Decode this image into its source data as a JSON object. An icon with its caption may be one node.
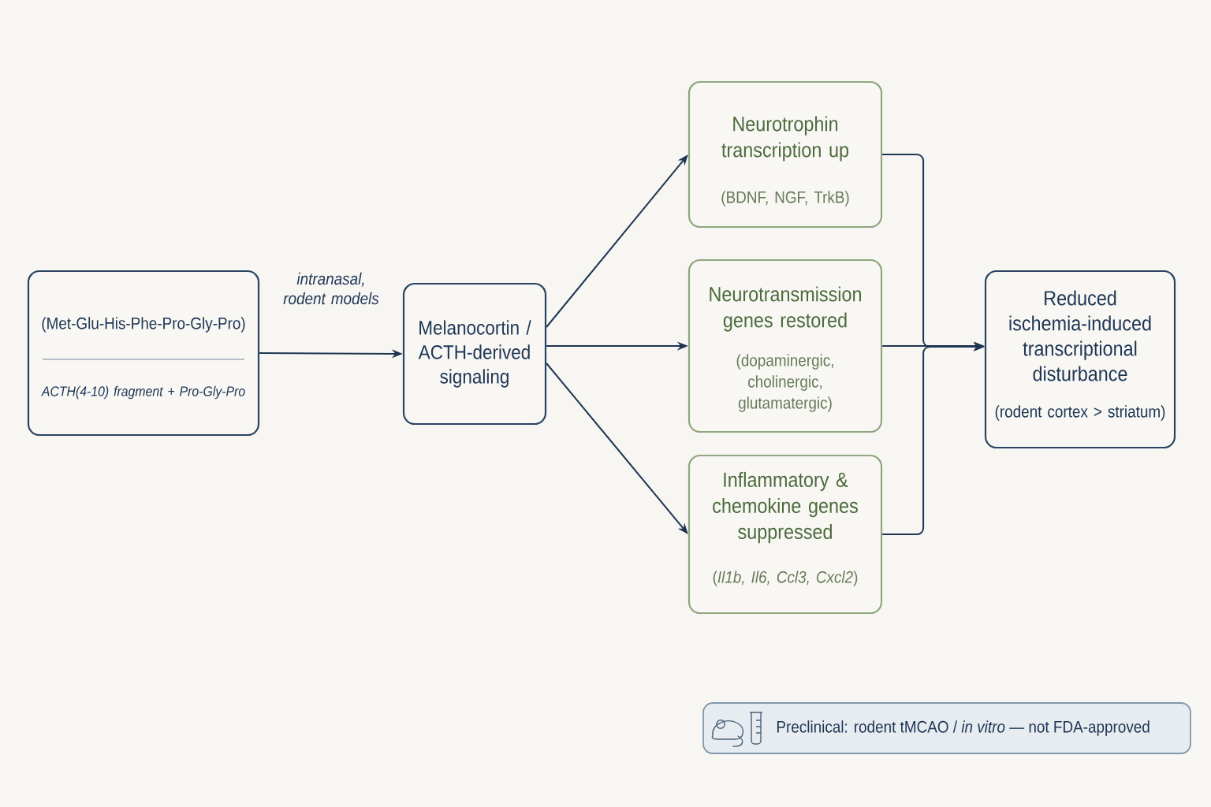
{
  "diagram": {
    "nodes": [
      {
        "text": [
          "(Met-Glu-His-Phe-Pro-Gly-Pro)",
          "ACTH(4-10) fragment + Pro-Gly-Pro"
        ]
      },
      {
        "text": [
          "Melanocortin / ACTH-derived signaling"
        ]
      },
      {
        "text": [
          "Neurotrophin transcription up",
          "(BDNF, NGF, TrkB)"
        ]
      },
      {
        "text": [
          "Neurotransmission genes restored",
          "(dopaminergic, cholinergic, glutamatergic)"
        ]
      },
      {
        "text": [
          "Inflammatory & chemokine genes suppressed",
          "(*Il1b, Il6, Ccl3, Cxcl2*)"
        ]
      },
      {
        "text": [
          "Reduced ischemia-induced transcriptional disturbance",
          "(rodent cortex > striatum)"
        ]
      },
      {
        "text": [
          "Preclinical: rodent tMCAO / *in vitro* — not FDA-approved"
        ]
      }
    ],
    "edges": [
      {
        "from": 0,
        "to": 1,
        "arrow": "to",
        "label": "intranasal, rodent models"
      },
      {
        "from": 1,
        "to": 2,
        "arrow": "to"
      },
      {
        "from": 1,
        "to": 3,
        "arrow": "to"
      },
      {
        "from": 1,
        "to": 4,
        "arrow": "to"
      },
      {
        "from": 2,
        "to": 5,
        "arrow": "to"
      },
      {
        "from": 3,
        "to": 5,
        "arrow": "to"
      },
      {
        "from": 4,
        "to": 5,
        "arrow": "to"
      }
    ]
  }
}
